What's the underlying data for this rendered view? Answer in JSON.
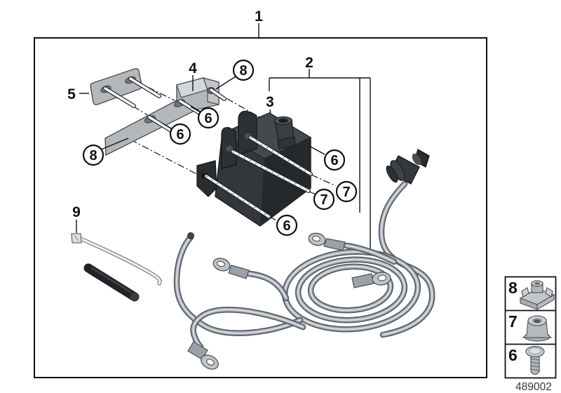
{
  "figure": {
    "title_callout": "1",
    "part_number": "489002",
    "callouts": {
      "n1": "1",
      "n2": "2",
      "n3": "3",
      "n4": "4",
      "n5": "5",
      "n9": "9",
      "c8a": "8",
      "c8b": "8",
      "c6a": "6",
      "c6b": "6",
      "c6c": "6",
      "c6d": "6",
      "c7a": "7",
      "c7b": "7"
    },
    "legend": {
      "row1": "8",
      "row2": "7",
      "row3": "6",
      "icons": [
        "cage-nut",
        "collar-nut",
        "screw"
      ]
    },
    "colors": {
      "line": "#111111",
      "metal": "#b4b8bc",
      "dark_plastic": "#33363a",
      "cable_core": "#a9afb6",
      "cable_outline": "#575d63",
      "background": "#ffffff"
    }
  }
}
